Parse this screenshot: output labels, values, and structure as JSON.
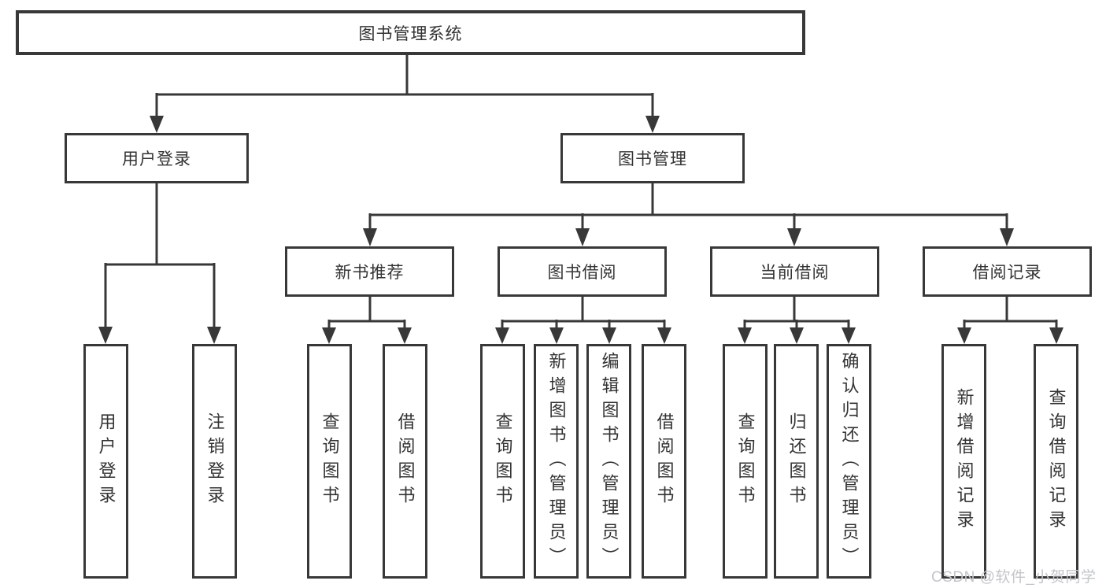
{
  "diagram": {
    "root": {
      "label": "图书管理系统"
    },
    "level2": [
      {
        "label": "用户登录"
      },
      {
        "label": "图书管理"
      }
    ],
    "level3": [
      {
        "label": "新书推荐"
      },
      {
        "label": "图书借阅"
      },
      {
        "label": "当前借阅"
      },
      {
        "label": "借阅记录"
      }
    ],
    "leaves": {
      "user_login": [
        "用户登录",
        "注销登录"
      ],
      "new_book": [
        "查询图书",
        "借阅图书"
      ],
      "book_borrow": [
        "查询图书",
        "新增图书（管理员）",
        "编辑图书（管理员）",
        "借阅图书"
      ],
      "current_borrow": [
        "查询图书",
        "归还图书",
        "确认归还（管理员）"
      ],
      "borrow_records": [
        "新增借阅记录",
        "查询借阅记录"
      ]
    }
  },
  "watermark": {
    "text": "CSDN @软件_小贺同学"
  },
  "colors": {
    "line": "#383838",
    "text": "#333333",
    "background": "#ffffff",
    "watermark": "#c2c5c9"
  }
}
